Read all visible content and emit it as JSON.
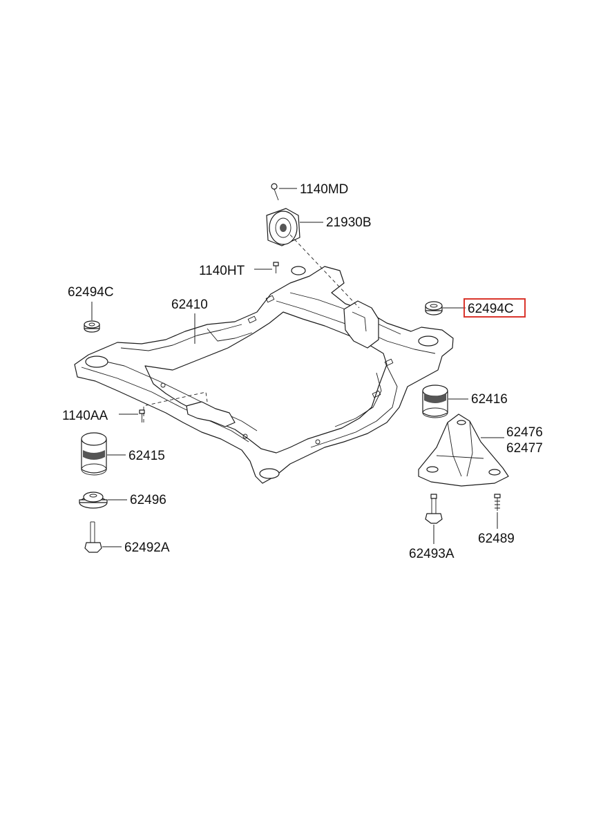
{
  "diagram": {
    "labels": {
      "p1140MD": "1140MD",
      "p21930B": "21930B",
      "p1140HT": "1140HT",
      "p62494C_left": "62494C",
      "p62494C_right": "62494C",
      "p62410": "62410",
      "p1140AA": "1140AA",
      "p62416": "62416",
      "p62476": "62476",
      "p62477": "62477",
      "p62415": "62415",
      "p62496": "62496",
      "p62492A": "62492A",
      "p62493A": "62493A",
      "p62489": "62489"
    },
    "highlight": {
      "part": "62494C",
      "color": "#d9342b"
    }
  }
}
